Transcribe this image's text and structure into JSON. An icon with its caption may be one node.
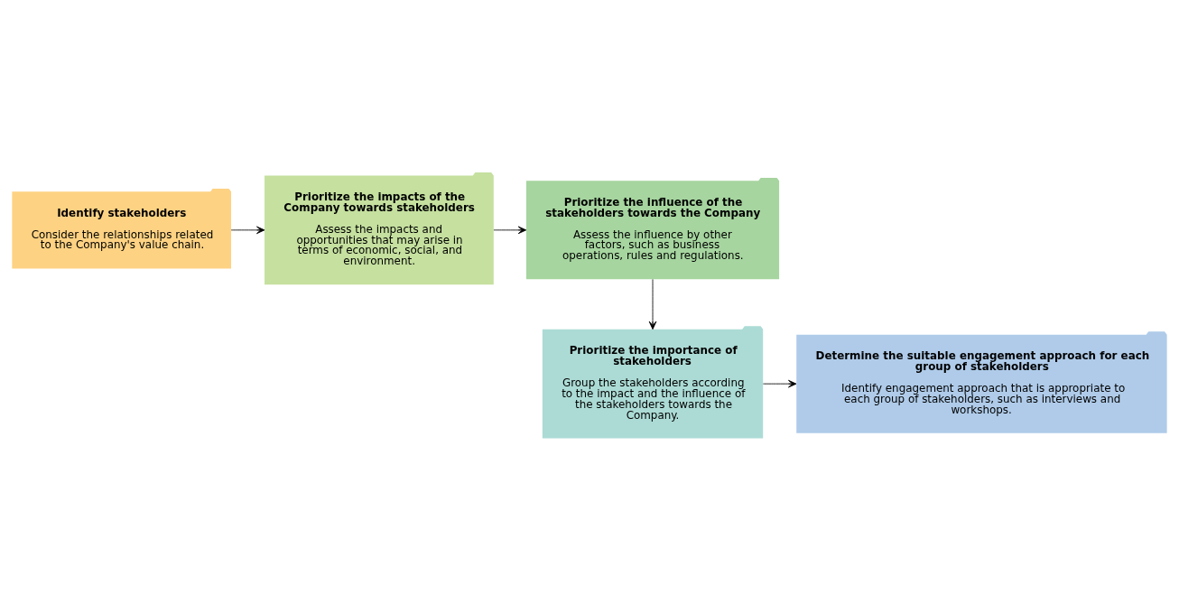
{
  "diagram": {
    "nodes": [
      {
        "text": [
          "Identify stakeholders",
          "Consider the relationships related to the Company's value chain."
        ]
      },
      {
        "text": [
          "Prioritize the impacts of the Company towards stakeholders",
          "Assess the impacts and opportunities that may arise in terms of economic, social, and environment."
        ]
      },
      {
        "text": [
          "Prioritize the influence of the stakeholders towards the Company",
          "Assess the influence by other factors, such as business operations, rules and regulations."
        ]
      },
      {
        "text": [
          "Prioritize the importance of stakeholders",
          "Group the stakeholders according to the impact and the influence of the stakeholders towards the Company."
        ]
      },
      {
        "text": [
          "Determine the suitable engagement approach for each group of stakeholders",
          "Identify engagement approach that is appropriate to each group of stakeholders, such as interviews and workshops."
        ]
      }
    ],
    "edges": [
      {
        "from": 0,
        "to": 1,
        "arrow": "to"
      },
      {
        "from": 1,
        "to": 2,
        "arrow": "to"
      },
      {
        "from": 2,
        "to": 3,
        "arrow": "to"
      },
      {
        "from": 3,
        "to": 4,
        "arrow": "to"
      }
    ]
  }
}
